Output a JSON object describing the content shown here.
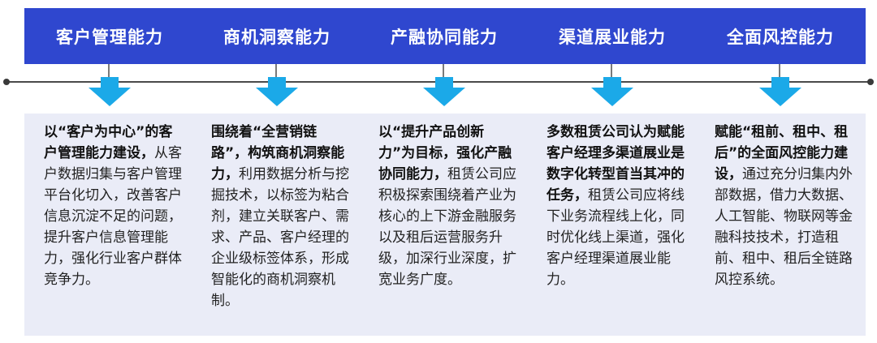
{
  "columns": [
    {
      "title": "客户管理能力",
      "bold": "以“客户为中心”的客户管理能力建设，",
      "normal": "从客户数据归集与客户管理平台化切入，改善客户信息沉淀不足的问题，提升客户信息管理能力，强化行业客户群体竞争力。"
    },
    {
      "title": "商机洞察能力",
      "bold": "围绕着“全营销链路”，构筑商机洞察能力，",
      "normal": "利用数据分析与挖掘技术，以标签为粘合剂，建立关联客户、需求、产品、客户经理的企业级标签体系，形成智能化的商机洞察机制。"
    },
    {
      "title": "产融协同能力",
      "bold": "以“提升产品创新力”为目标，强化产融协同能力，",
      "normal": "租赁公司应积极探索围绕着产业为核心的上下游金融服务以及租后运营服务升级，加深行业深度，扩宽业务广度。"
    },
    {
      "title": "渠道展业能力",
      "bold": "多数租赁公司认为赋能客户经理多渠道展业是数字化转型首当其冲的任务，",
      "normal": "租赁公司应将线下业务流程线上化，同时优化线上渠道，强化客户经理渠道展业能力。"
    },
    {
      "title": "全面风控能力",
      "bold": "赋能“租前、租中、租后”的全面风控能力建设，",
      "normal": "通过充分归集内外部数据，借力大数据、人工智能、物联网等金融科技技术，打造租前、租中、租后全链路风控系统。"
    }
  ],
  "colors": {
    "header": "#2f47cf",
    "arrow": "#1ba9e8",
    "card": "#eaecf7",
    "timeline": "#4a4a4a"
  }
}
